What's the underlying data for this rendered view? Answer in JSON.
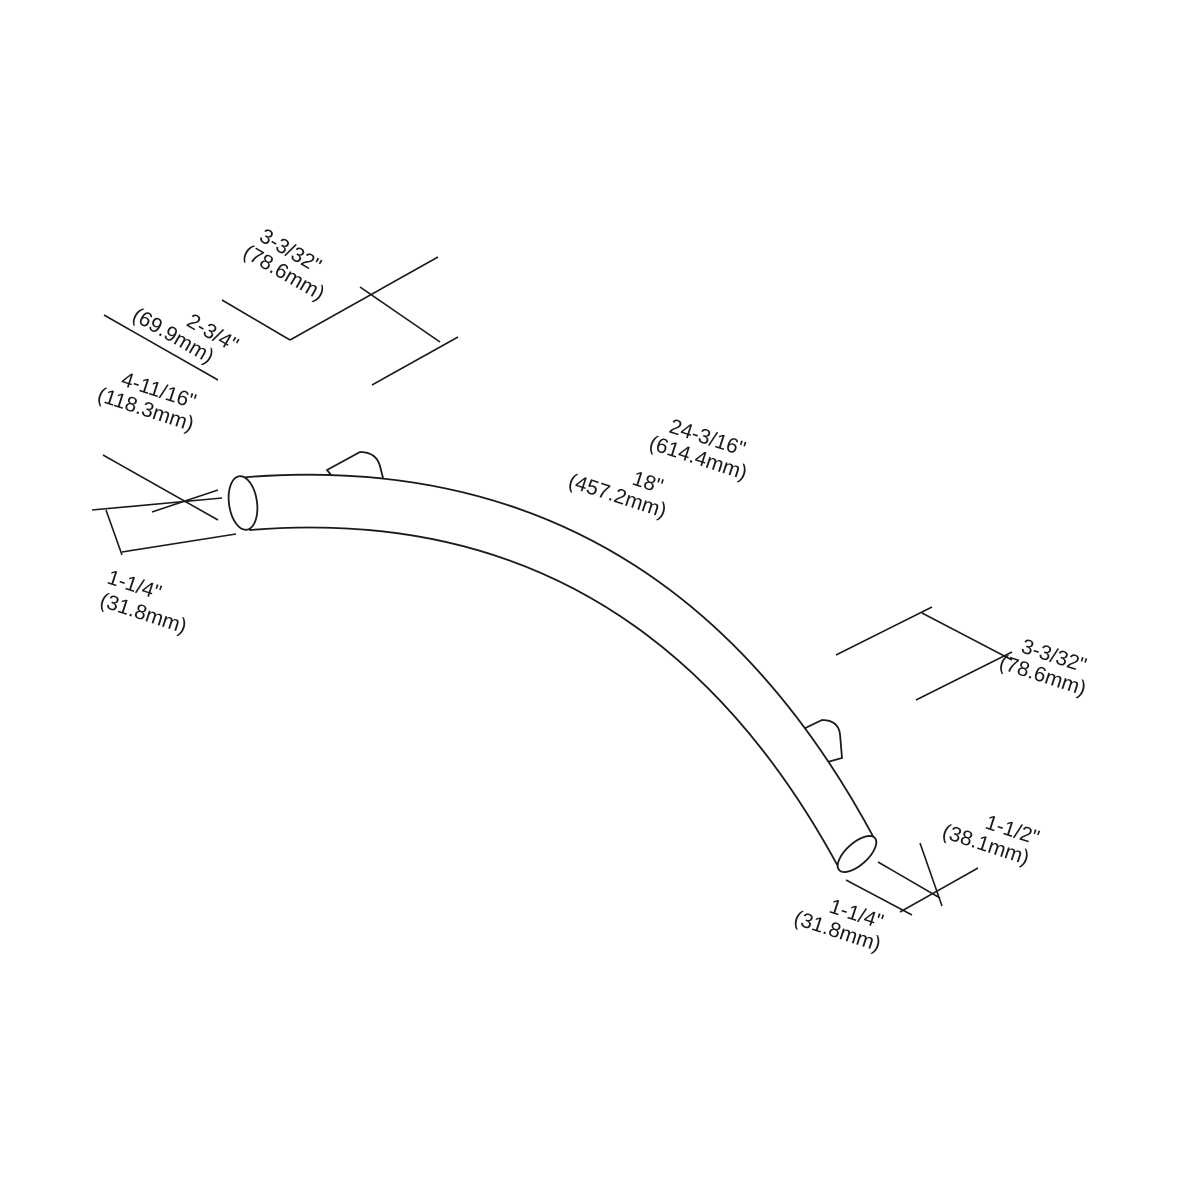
{
  "drawing": {
    "line_color": "#1a1a1a",
    "background": "#ffffff",
    "dimensions": {
      "top_depth": {
        "imperial": "3-3/32\"",
        "metric": "(78.6mm)"
      },
      "post_depth": {
        "imperial": "2-3/4\"",
        "metric": "(69.9mm)"
      },
      "left_height": {
        "imperial": "4-11/16\"",
        "metric": "(118.3mm)"
      },
      "left_diameter": {
        "imperial": "1-1/4\"",
        "metric": "(31.8mm)"
      },
      "overall_length": {
        "imperial": "24-3/16\"",
        "metric": "(614.4mm)"
      },
      "center_to_center": {
        "imperial": "18\"",
        "metric": "(457.2mm)"
      },
      "right_depth": {
        "imperial": "3-3/32\"",
        "metric": "(78.6mm)"
      },
      "right_post": {
        "imperial": "1-1/2\"",
        "metric": "(38.1mm)"
      },
      "right_diameter": {
        "imperial": "1-1/4\"",
        "metric": "(31.8mm)"
      }
    }
  }
}
